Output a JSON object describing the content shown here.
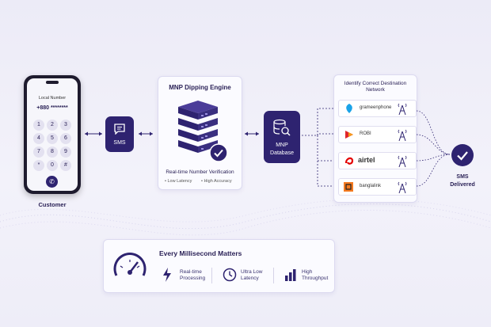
{
  "phone": {
    "title": "Local Number",
    "number": "+880 ********",
    "keys": [
      "1",
      "2",
      "3",
      "4",
      "5",
      "6",
      "7",
      "8",
      "9",
      "*",
      "0",
      "#"
    ]
  },
  "customer_label": "Customer",
  "sms_label": "SMS",
  "engine": {
    "title": "MNP Dipping Engine",
    "subtitle": "Real-time Number Verification",
    "feature_1": "• Low Latency",
    "feature_2": "• High Accuracy"
  },
  "database": {
    "line1": "MNP",
    "line2": "Database"
  },
  "destination": {
    "title_line1": "Identify Correct Destination",
    "title_line2": "Network",
    "operators": [
      "grameenphone",
      "ROBI",
      "airtel",
      "banglalink"
    ]
  },
  "delivered": {
    "line1": "SMS",
    "line2": "Delivered"
  },
  "bottom": {
    "title": "Every Millisecond Matters",
    "stats": [
      {
        "line1": "Real-time",
        "line2": "Processing"
      },
      {
        "line1": "Ultra Low",
        "line2": "Latency"
      },
      {
        "line1": "High",
        "line2": "Throughput"
      }
    ]
  },
  "colors": {
    "primary": "#2e2370",
    "grameenphone": "#1aa3e8",
    "robi": "#e0262b",
    "airtel": "#e40000",
    "banglalink": "#f47a20"
  },
  "icons": [
    "chat-icon",
    "server-icon",
    "check-icon",
    "database-search-icon",
    "tower-icon",
    "speedometer-icon",
    "bolt-icon",
    "clock-icon",
    "bar-chart-icon",
    "phone-call-icon"
  ]
}
